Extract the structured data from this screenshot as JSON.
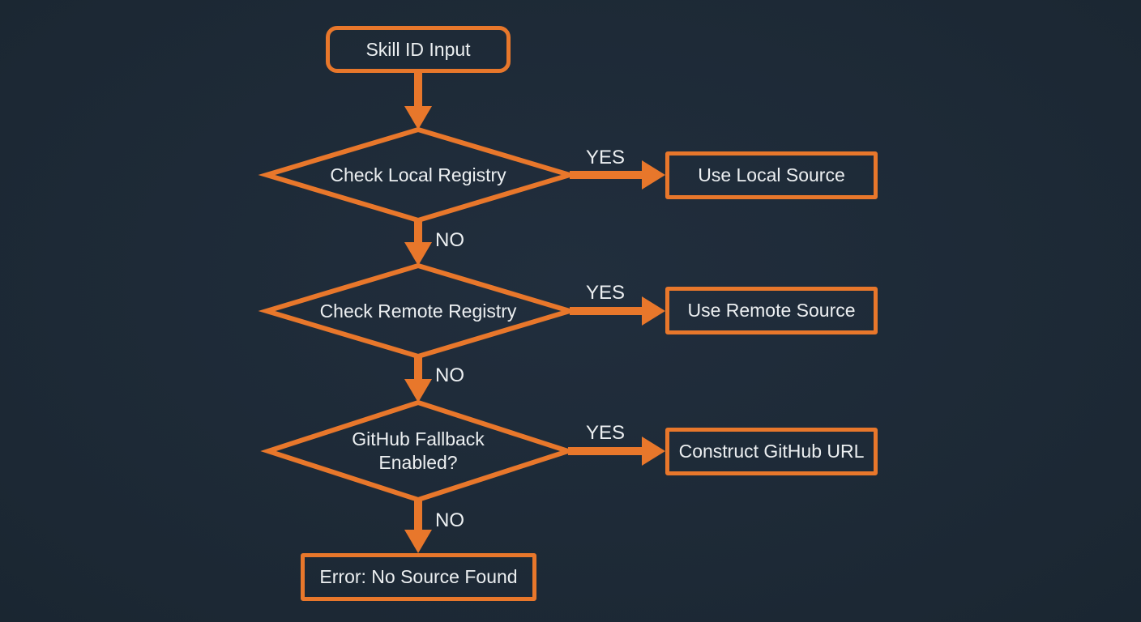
{
  "diagram": {
    "type": "flowchart",
    "background": "#1E2A37",
    "accent": "#E8772B",
    "text_color": "#ECEFF1",
    "nodes": [
      {
        "id": "start",
        "shape": "rounded-rect",
        "label": "Skill ID Input"
      },
      {
        "id": "check-local",
        "shape": "diamond",
        "label": "Check Local Registry"
      },
      {
        "id": "use-local",
        "shape": "rect",
        "label": "Use Local Source"
      },
      {
        "id": "check-remote",
        "shape": "diamond",
        "label": "Check Remote Registry"
      },
      {
        "id": "use-remote",
        "shape": "rect",
        "label": "Use Remote Source"
      },
      {
        "id": "github-fallback",
        "shape": "diamond",
        "label": "GitHub Fallback Enabled?"
      },
      {
        "id": "construct-url",
        "shape": "rect",
        "label": "Construct GitHub URL"
      },
      {
        "id": "error",
        "shape": "rect",
        "label": "Error: No Source Found"
      }
    ],
    "edges": [
      {
        "from": "start",
        "to": "check-local",
        "label": ""
      },
      {
        "from": "check-local",
        "to": "use-local",
        "label": "YES"
      },
      {
        "from": "check-local",
        "to": "check-remote",
        "label": "NO"
      },
      {
        "from": "check-remote",
        "to": "use-remote",
        "label": "YES"
      },
      {
        "from": "check-remote",
        "to": "github-fallback",
        "label": "NO"
      },
      {
        "from": "github-fallback",
        "to": "construct-url",
        "label": "YES"
      },
      {
        "from": "github-fallback",
        "to": "error",
        "label": "NO"
      }
    ]
  }
}
